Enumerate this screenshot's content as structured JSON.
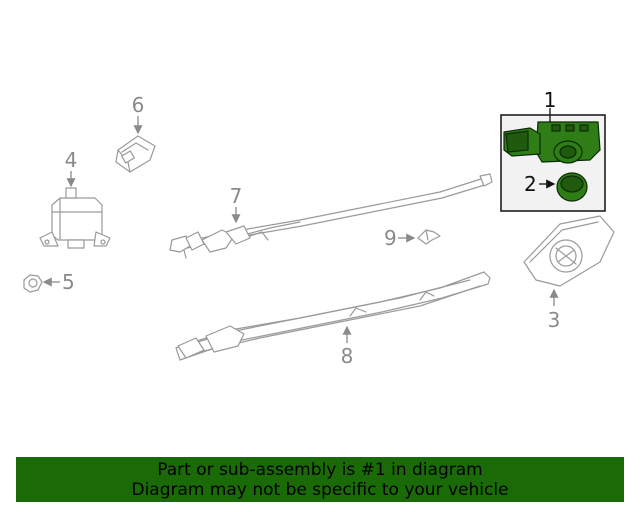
{
  "callouts": {
    "c1": "1",
    "c2": "2",
    "c3": "3",
    "c4": "4",
    "c5": "5",
    "c6": "6",
    "c7": "7",
    "c8": "8",
    "c9": "9"
  },
  "highlighted_callout": "1",
  "colors": {
    "highlight": "#2e7d16",
    "banner": "#1a6b08",
    "line_art": "#9a9a9a"
  },
  "banner": {
    "line1": "Part or sub-assembly is #1 in diagram",
    "line2": "Diagram may not be specific to your vehicle"
  }
}
